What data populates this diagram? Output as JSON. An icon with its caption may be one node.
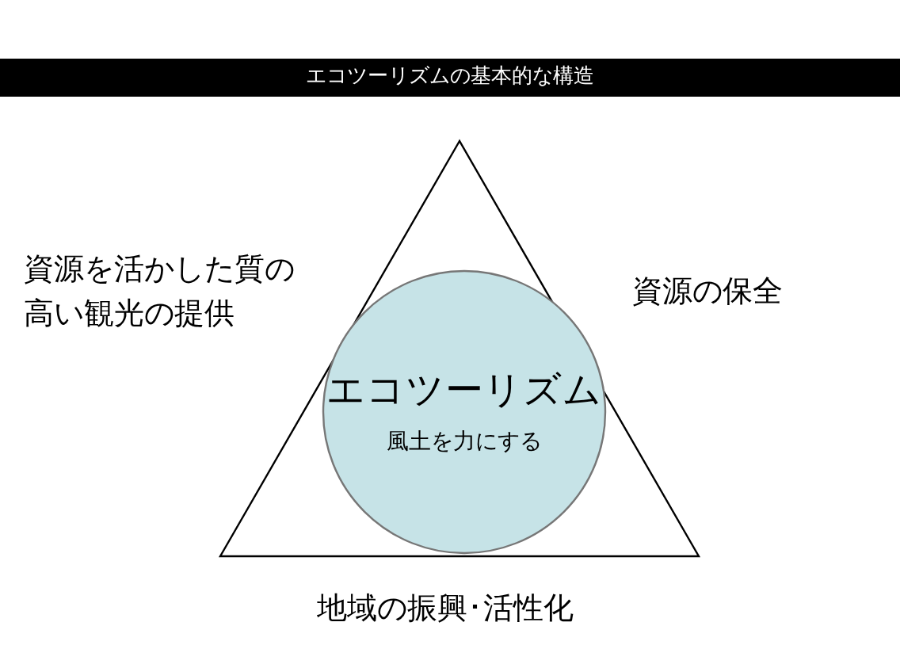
{
  "diagram": {
    "title": "エコツーリズムの基本的な構造",
    "nodes": [
      {
        "text": [],
        "shape": "triangle"
      },
      {
        "text": [
          "エコツーリズム",
          "風土を力にする"
        ],
        "in": 0
      }
    ],
    "edges": [],
    "labels": [
      "資源を活かした質の高い観光の提供",
      "資源の保全",
      "地域の振興･活性化"
    ]
  }
}
